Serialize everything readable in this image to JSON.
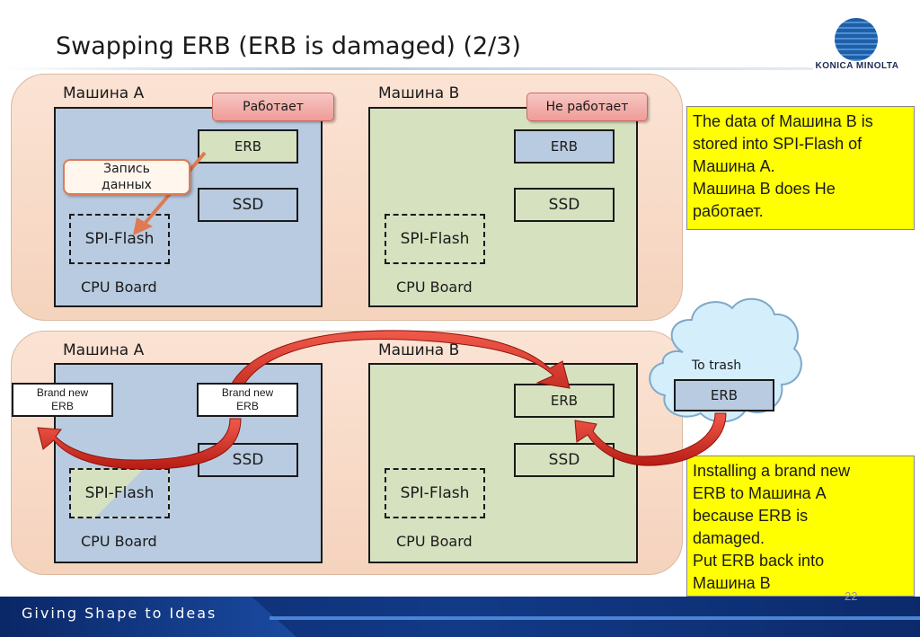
{
  "title": "Swapping ERB (ERB is damaged) (2/3)",
  "logo": {
    "text": "KONICA MINOLTA"
  },
  "top_panel": {
    "machine_a": {
      "label": "Машина A",
      "status": "Работает",
      "erb": "ERB",
      "ssd": "SSD",
      "spi": "SPI-Flash",
      "cpu": "CPU Board",
      "write_label": "Запись данных"
    },
    "machine_b": {
      "label": "Машина B",
      "status": "Не работает",
      "erb": "ERB",
      "ssd": "SSD",
      "spi": "SPI-Flash",
      "cpu": "CPU Board"
    },
    "note_lines": [
      "The data of Машина B is",
      "stored into SPI-Flash of",
      "Машина A.",
      "Машина B does Не",
      "работает."
    ]
  },
  "bottom_panel": {
    "machine_a": {
      "label": "Машина A",
      "ssd": "SSD",
      "spi": "SPI-Flash",
      "cpu": "CPU Board",
      "brand_new_left": "Brand new ERB",
      "brand_new_right": "Brand new ERB"
    },
    "machine_b": {
      "label": "Машина B",
      "erb": "ERB",
      "ssd": "SSD",
      "spi": "SPI-Flash",
      "cpu": "CPU Board"
    },
    "trash": {
      "label": "To trash",
      "erb": "ERB"
    },
    "note_lines": [
      "Installing a brand new",
      "ERB to Машина A",
      "because ERB is",
      "damaged.",
      "Put ERB back into",
      "Машина B"
    ]
  },
  "footer": {
    "tagline": "Giving Shape to Ideas",
    "page": "22"
  },
  "colors": {
    "panel": "#f8dcc8",
    "board_a": "#b9cbe0",
    "board_b": "#d6e1bf",
    "note": "#ffff00",
    "arrow": "#d42a1f",
    "footer": "#0c2a6b"
  }
}
